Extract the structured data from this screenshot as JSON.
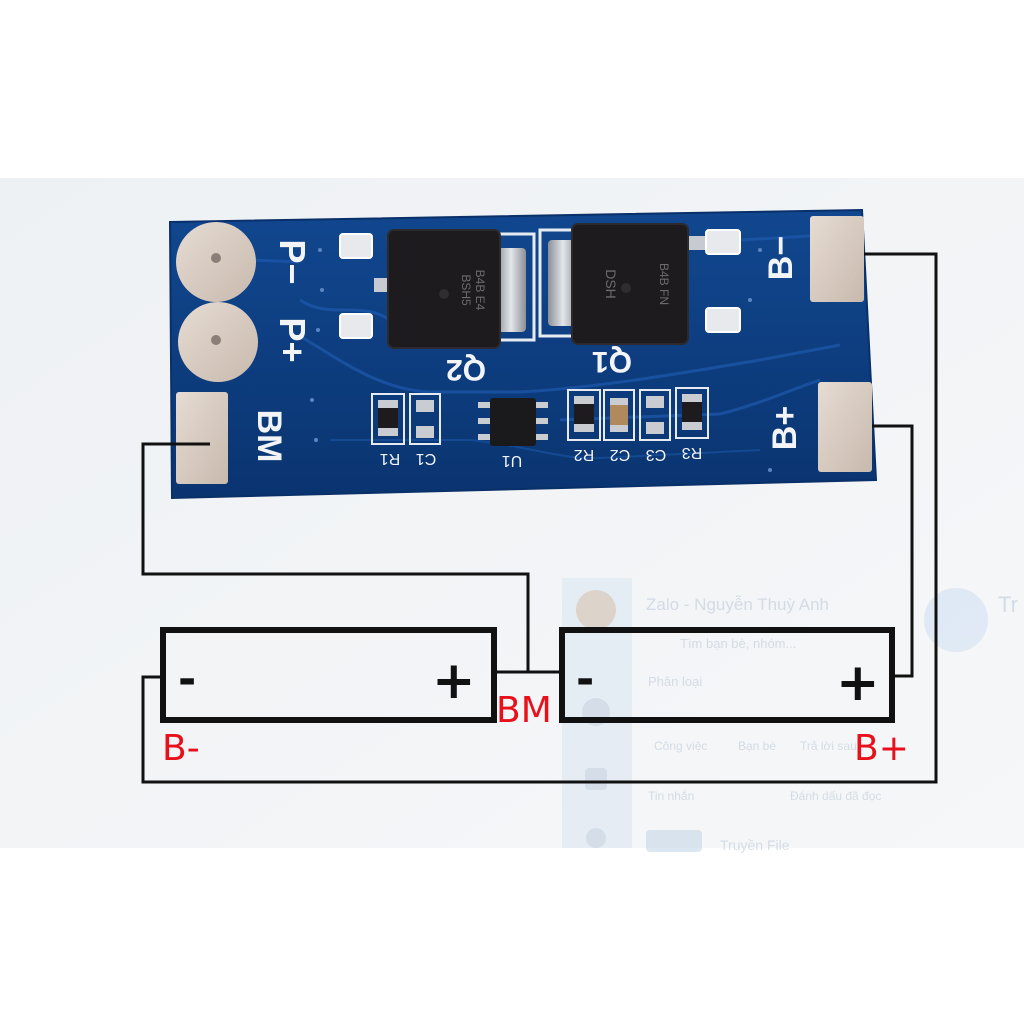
{
  "board": {
    "labels": {
      "p_minus": "P−",
      "p_plus": "P+",
      "bm": "BM",
      "b_minus": "B−",
      "b_plus": "B+",
      "q1": "Q1",
      "q2": "Q2",
      "u1": "U1",
      "r1": "R1",
      "c1": "C1",
      "r2": "R2",
      "c2": "C2",
      "c3": "C3",
      "r3": "R3"
    },
    "mosfet_marks": {
      "q1_line1": "DSH",
      "q1_line2": "B4B FN",
      "q2_line1": "BSH5",
      "q2_line2": "B4B E4"
    }
  },
  "cells": [
    {
      "minus": "-",
      "plus": "+"
    },
    {
      "minus": "-",
      "plus": "+"
    }
  ],
  "wiring_labels": {
    "b_minus": "B-",
    "bm": "BM",
    "b_plus": "B+"
  },
  "background_overlay": {
    "title": "Zalo - Nguyễn Thuỳ Anh",
    "line1": "Tìm bạn bè, nhóm...",
    "line2": "Phân loại",
    "line3": "Công việc",
    "line4": "Bạn bè",
    "line5": "Trả lời sau",
    "line6": "Tin nhắn",
    "line7": "Đánh dấu đã đọc",
    "line8": "Truyền File",
    "right_fragment": "Tr"
  },
  "colors": {
    "pcb_blue": "#0d3f86",
    "pcb_trace": "#1b56a8",
    "pad_metal": "#d9cdc4",
    "wire": "#111111",
    "label_red": "#e8111b"
  }
}
